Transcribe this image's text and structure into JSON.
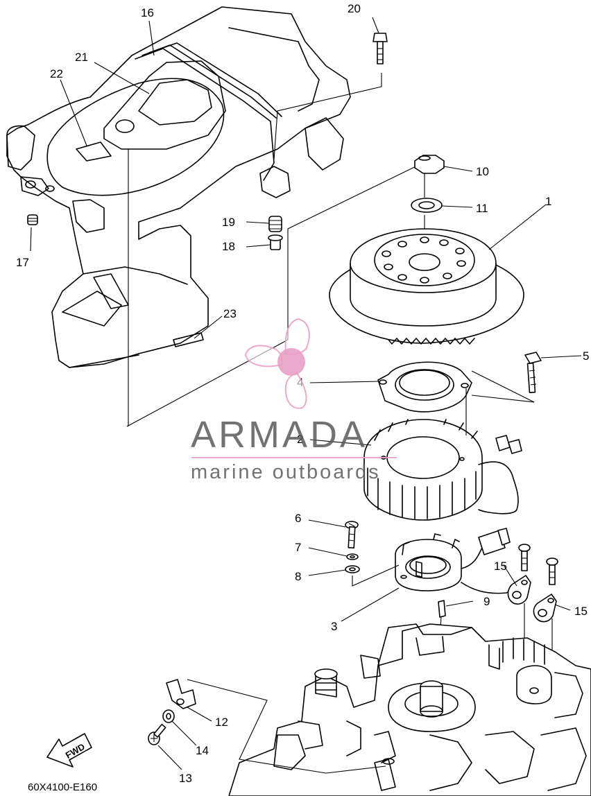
{
  "diagram_code": "60X4100-E160",
  "direction_label": "FWD",
  "watermark": {
    "brand": "ARMADA",
    "tagline": "marine outboards",
    "logo_icon": "propeller-logo-icon",
    "logo_color": "#e8a0c4",
    "text_color": "#595959"
  },
  "callouts": [
    "1",
    "2",
    "3",
    "4",
    "5",
    "6",
    "7",
    "8",
    "9",
    "10",
    "11",
    "12",
    "13",
    "14",
    "15",
    "15",
    "16",
    "17",
    "18",
    "19",
    "20",
    "21",
    "22",
    "23"
  ]
}
